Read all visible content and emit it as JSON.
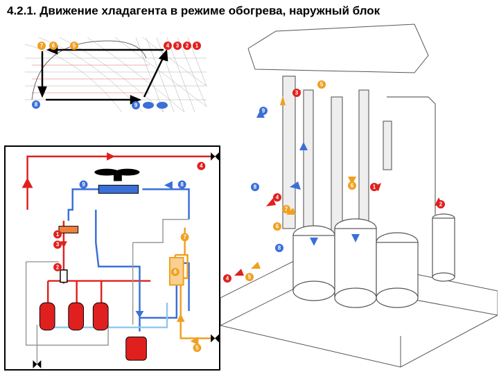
{
  "title": "4.2.1. Движение хладагента в режиме обогрева, наружный блок",
  "colors": {
    "hot_gas": "#e0201f",
    "liquid": "#f0a020",
    "cold": "#3a6fd8",
    "light_cold": "#8fc6ee",
    "line": "#000000",
    "grid": "#999999"
  },
  "ph_diagram": {
    "top_markers": [
      "7",
      "6",
      "5",
      "4",
      "3",
      "2",
      "1"
    ],
    "bottom_markers": [
      "8",
      "9"
    ]
  },
  "schematic": {
    "markers": [
      "4",
      "9",
      "8",
      "1",
      "3",
      "2",
      "7",
      "6",
      "5"
    ]
  },
  "unit": {
    "markers": [
      "3",
      "5",
      "9",
      "6",
      "1",
      "2",
      "8",
      "4",
      "7",
      "6",
      "8",
      "4",
      "5"
    ]
  }
}
